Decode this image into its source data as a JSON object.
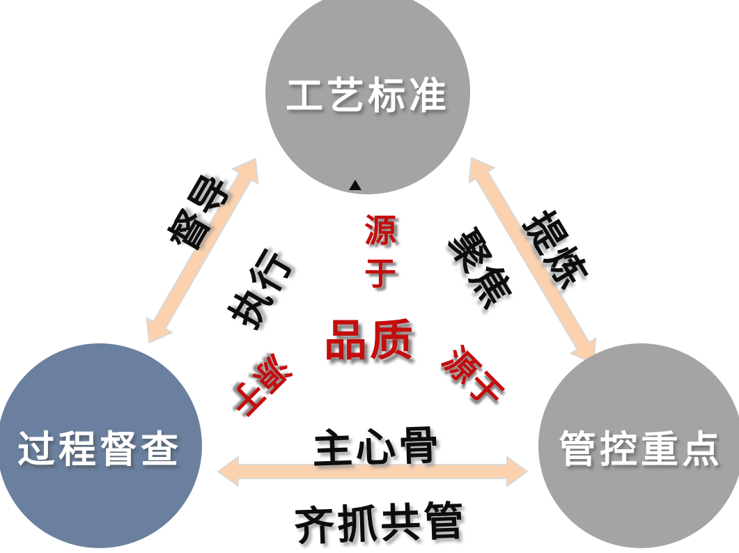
{
  "diagram": {
    "title_hint": "quality-triangle-diagram",
    "nodes": {
      "top": {
        "label": "工艺标准"
      },
      "bottom_left": {
        "label": "过程督查"
      },
      "bottom_right": {
        "label": "管控重点"
      }
    },
    "center": {
      "main": "品质",
      "origin_top": "源于",
      "origin_left": "源于",
      "origin_right": "源于"
    },
    "edge_labels": {
      "left_outer": "督导",
      "left_inner": "执行",
      "right_outer": "提炼",
      "right_inner": "聚焦",
      "bottom_upper": "主心骨",
      "bottom_lower": "齐抓共管"
    },
    "colors": {
      "gray_circle": "#a6a4a3",
      "blue_circle": "#6b809f",
      "arrow_fill": "#fbd1ae",
      "arrow_outline": "#d9d9d9",
      "accent_red": "#c40d0d",
      "text_black": "#0d0d0d",
      "circle_text": "#ffffff"
    }
  }
}
